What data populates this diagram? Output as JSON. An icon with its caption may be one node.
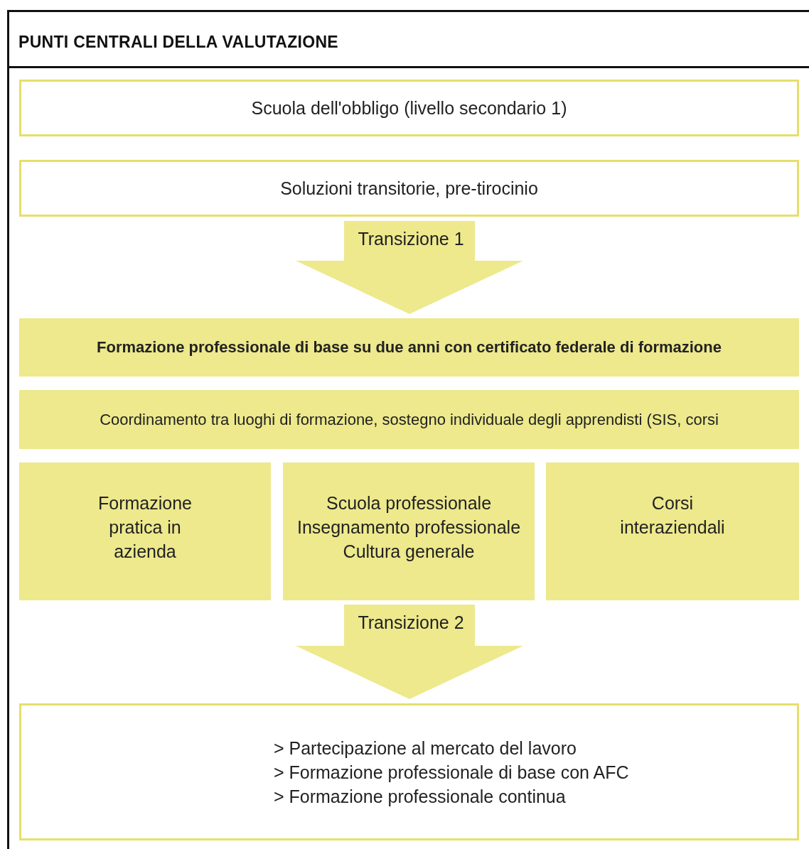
{
  "diagram": {
    "title": "PUNTI CENTRALI DELLA VALUTAZIONE",
    "nodes": [
      {
        "text": [
          "Scuola dell'obbligo (livello secondario 1)"
        ]
      },
      {
        "text": [
          "Soluzioni transitorie, pre-tirocinio"
        ]
      },
      {
        "text": [
          "Formazione professionale di base su due anni con certificato federale di formazione"
        ]
      },
      {
        "text": [
          "Coordinamento tra luoghi di formazione, sostegno individuale degli apprendisti (SIS, corsi"
        ]
      },
      {
        "text": [
          "Formazione pratica in azienda"
        ]
      },
      {
        "text": [
          "Scuola professionale",
          "Insegnamento professionale",
          "Cultura generale"
        ]
      },
      {
        "text": [
          "Corsi interaziendali"
        ]
      },
      {
        "text": [
          "> Partecipazione al mercato del lavoro",
          "> Formazione professionale di base con AFC",
          "> Formazione professionale continua"
        ]
      }
    ],
    "edges": [
      {
        "from": 1,
        "to": 2,
        "arrow": "to",
        "label": "Transizione 1"
      },
      {
        "from": 5,
        "to": 7,
        "arrow": "to",
        "label": "Transizione 2"
      }
    ]
  }
}
